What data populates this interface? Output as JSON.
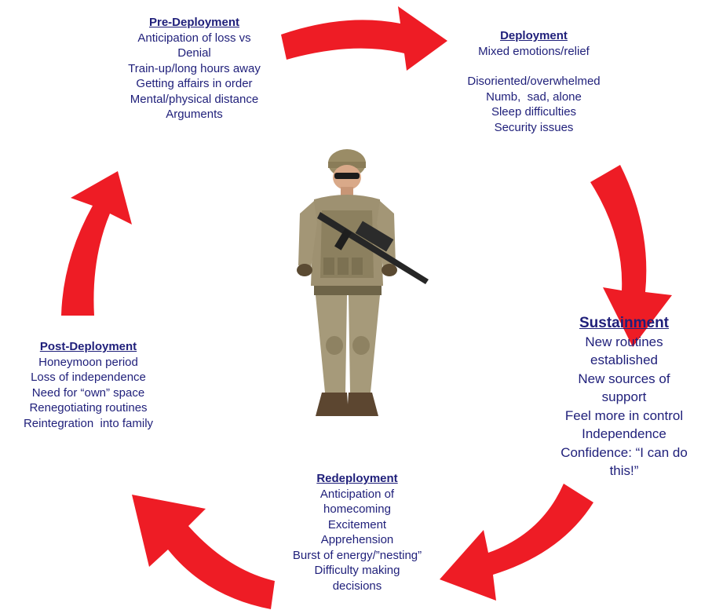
{
  "stages": {
    "pre": {
      "title": "Pre-Deployment",
      "lines": [
        "Anticipation of loss vs",
        "Denial",
        "Train-up/long hours away",
        "Getting affairs in order",
        "Mental/physical distance",
        "Arguments"
      ]
    },
    "deployment": {
      "title": "Deployment",
      "lines_a": [
        "Mixed emotions/relief"
      ],
      "lines_b": [
        "Disoriented/overwhelmed",
        "Numb,  sad, alone",
        "Sleep difficulties",
        "Security issues"
      ]
    },
    "sustainment": {
      "title": "Sustainment",
      "lines": [
        "New routines",
        "established",
        "New sources of",
        "support",
        "Feel more in control",
        "Independence",
        "Confidence: “I can do",
        "this!”"
      ]
    },
    "redeployment": {
      "title": "Redeployment",
      "lines": [
        "Anticipation of",
        "homecoming",
        "Excitement",
        "Apprehension",
        "Burst of energy/”nesting”",
        "Difficulty making",
        "decisions"
      ]
    },
    "post": {
      "title": "Post-Deployment",
      "lines": [
        "Honeymoon period",
        "Loss of independence",
        "Need for “own” space",
        "Renegotiating routines",
        "Reintegration  into family"
      ]
    }
  },
  "colors": {
    "arrow": "#ee1c25",
    "text": "#1f1f7a"
  },
  "icons": {
    "center": "soldier-figure"
  }
}
